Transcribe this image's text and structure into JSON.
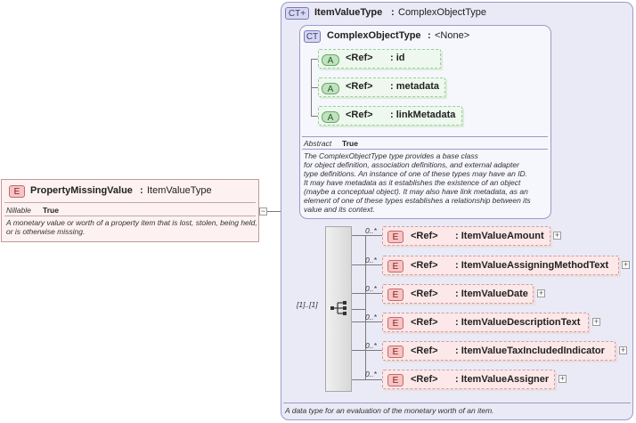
{
  "main_element": {
    "badge": "E",
    "name": "PropertyMissingValue",
    "type_sep": ":",
    "type": "ItemValueType",
    "nillable_label": "Nillable",
    "nillable_value": "True",
    "doc": "A monetary value or worth of a property item that is lost, stolen, being held, or is otherwise missing."
  },
  "complex_type": {
    "badge": "CT+",
    "name": "ItemValueType",
    "type_sep": ":",
    "type": "ComplexObjectType",
    "doc": "A data type for an evaluation of the monetary worth of an item."
  },
  "base_type": {
    "badge": "CT",
    "name": "ComplexObjectType",
    "type_sep": ":",
    "type": "<None>",
    "abstract_label": "Abstract",
    "abstract_value": "True",
    "doc_lines": [
      "The ComplexObjectType type provides a base class",
      "for object definition, association definitions, and external adapter",
      "type definitions. An instance of one of these types may have an ID.",
      "It may have metadata as it establishes the existence of an object",
      "(maybe a conceptual object). It may also have link metadata, as an",
      "element of one of these types establishes a relationship between its",
      "value and its context."
    ],
    "attributes": [
      {
        "badge": "A",
        "ref": "<Ref>",
        "name": ": id"
      },
      {
        "badge": "A",
        "ref": "<Ref>",
        "name": ": metadata"
      },
      {
        "badge": "A",
        "ref": "<Ref>",
        "name": ": linkMetadata"
      }
    ]
  },
  "sequence": {
    "occurrence": "[1]..[1]",
    "elements": [
      {
        "occ": "0..*",
        "badge": "E",
        "ref": "<Ref>",
        "name": ": ItemValueAmount"
      },
      {
        "occ": "0..*",
        "badge": "E",
        "ref": "<Ref>",
        "name": ": ItemValueAssigningMethodText"
      },
      {
        "occ": "0..*",
        "badge": "E",
        "ref": "<Ref>",
        "name": ": ItemValueDate"
      },
      {
        "occ": "0..*",
        "badge": "E",
        "ref": "<Ref>",
        "name": ": ItemValueDescriptionText"
      },
      {
        "occ": "0..*",
        "badge": "E",
        "ref": "<Ref>",
        "name": ": ItemValueTaxIncludedIndicator"
      },
      {
        "occ": "0..*",
        "badge": "E",
        "ref": "<Ref>",
        "name": ": ItemValueAssigner"
      }
    ]
  },
  "icons": {
    "expand": "plus-icon",
    "collapse": "minus-icon",
    "sequence": "sequence-icon"
  },
  "colors": {
    "complex_type_bg": "#eaeaf7",
    "attribute_bg": "#eef8ee",
    "element_bg": "#fce8e8"
  }
}
